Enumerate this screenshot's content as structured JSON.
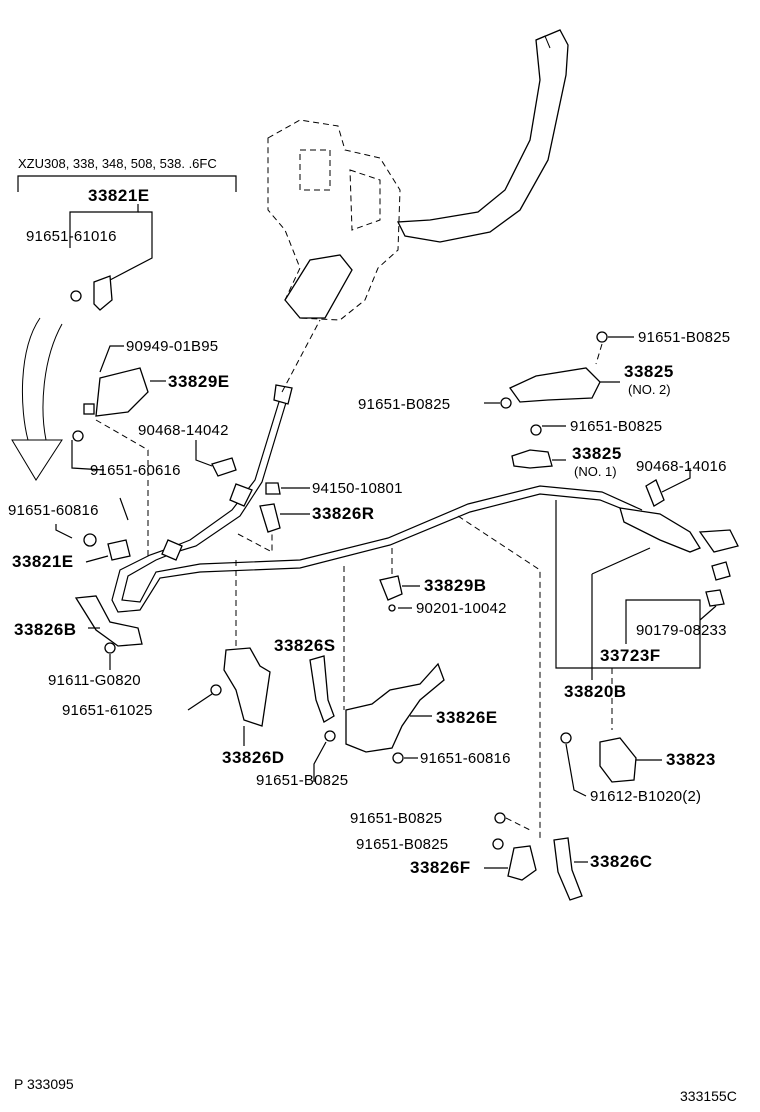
{
  "diagram": {
    "header_models": "XZU308, 338, 348, 508, 538. .6FC",
    "footer_left": "P 333095",
    "footer_right": "333155C",
    "labels": {
      "p33821E_top": "33821E",
      "p91651_61016": "91651-61016",
      "p90949_01B95": "90949-01B95",
      "p33829E": "33829E",
      "p90468_14042": "90468-14042",
      "p91651_60616": "91651-60616",
      "p91651_60816_left": "91651-60816",
      "p33821E_left": "33821E",
      "p33826B": "33826B",
      "p91611_G0820": "91611-G0820",
      "p91651_61025": "91651-61025",
      "p33826D": "33826D",
      "p33826S": "33826S",
      "p91651_B0825_mid": "91651-B0825",
      "p33826E": "33826E",
      "p91651_60816_mid": "91651-60816",
      "p94150_10801": "94150-10801",
      "p33826R": "33826R",
      "p33829B": "33829B",
      "p90201_10042": "90201-10042",
      "p91651_B0825_top": "91651-B0825",
      "p33825_no2": "33825",
      "p33825_no2_note": "(NO. 2)",
      "p91651_B0825_left2": "91651-B0825",
      "p91651_B0825_r2": "91651-B0825",
      "p33825_no1": "33825",
      "p33825_no1_note": "(NO. 1)",
      "p90468_14016": "90468-14016",
      "p90179_08233": "90179-08233",
      "p33723F": "33723F",
      "p33820B": "33820B",
      "p33823": "33823",
      "p91612_B1020": "91612-B1020(2)",
      "p91651_B0825_low1": "91651-B0825",
      "p91651_B0825_low2": "91651-B0825",
      "p33826F": "33826F",
      "p33826C": "33826C"
    }
  }
}
